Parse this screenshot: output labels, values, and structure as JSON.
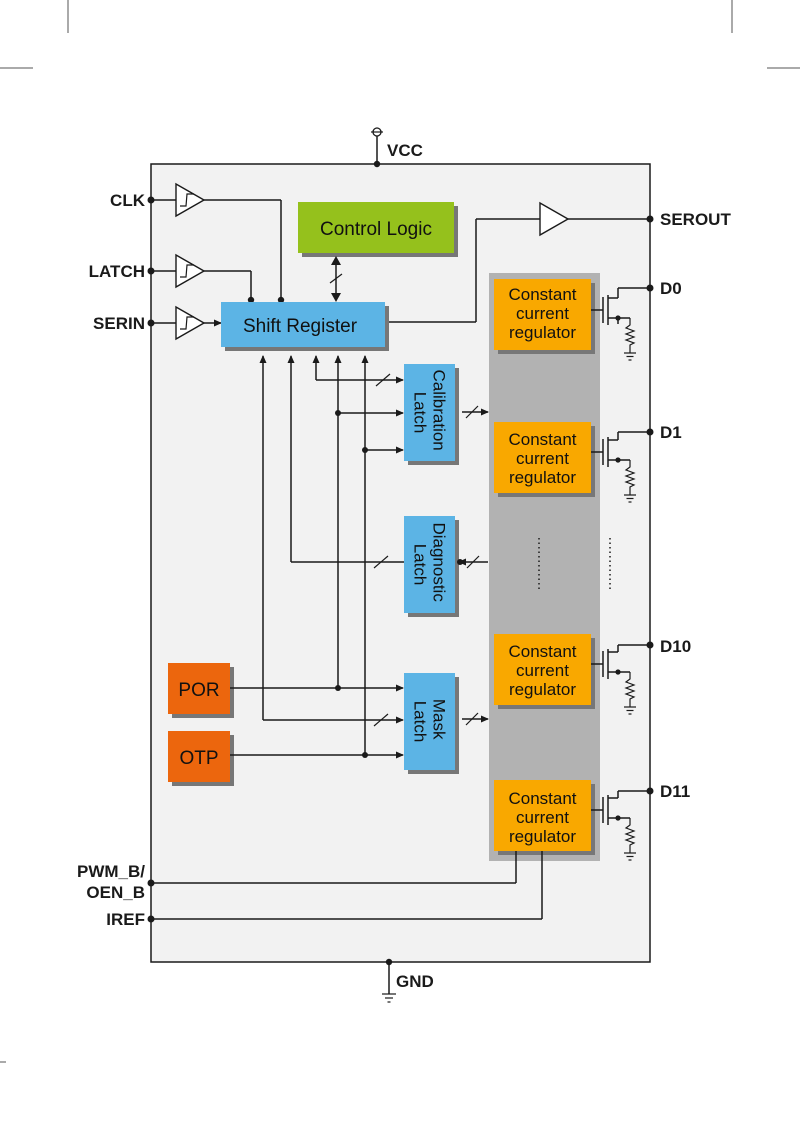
{
  "pins": {
    "vcc": "VCC",
    "gnd": "GND",
    "clk": "CLK",
    "latch": "LATCH",
    "serin": "SERIN",
    "serout": "SEROUT",
    "d0": "D0",
    "d1": "D1",
    "d10": "D10",
    "d11": "D11",
    "pwm_line1": "PWM_B/",
    "pwm_line2": "OEN_B",
    "iref": "IREF"
  },
  "blocks": {
    "control_logic": "Control Logic",
    "shift_register": "Shift Register",
    "calibration_latch_line1": "Calibration",
    "calibration_latch_line2": "Latch",
    "diagnostic_latch_line1": "Diagnostic",
    "diagnostic_latch_line2": "Latch",
    "mask_latch_line1": "Mask",
    "mask_latch_line2": "Latch",
    "por": "POR",
    "otp": "OTP",
    "regulator_line1": "Constant",
    "regulator_line2": "current",
    "regulator_line3": "regulator"
  },
  "colors": {
    "control_logic": "#95c11f",
    "blue_block": "#5bb4e5",
    "orange_block": "#ec6608",
    "regulator": "#f9a800",
    "regulator_bank": "#b2b2b2",
    "chip_body": "#f2f2f2"
  }
}
